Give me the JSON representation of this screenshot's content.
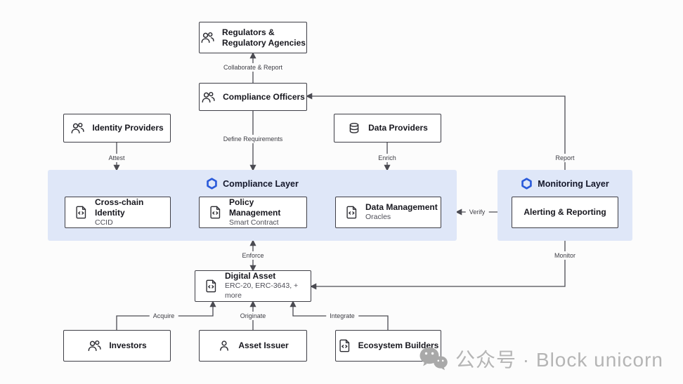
{
  "nodes": {
    "regulators": {
      "label": "Regulators &\nRegulatory Agencies"
    },
    "compliance_officers": {
      "label": "Compliance Officers"
    },
    "identity_providers": {
      "label": "Identity Providers"
    },
    "data_providers": {
      "label": "Data Providers"
    },
    "compliance_layer": {
      "label": "Compliance Layer"
    },
    "cross_chain_identity": {
      "label": "Cross-chain Identity",
      "subtitle": "CCID"
    },
    "policy_management": {
      "label": "Policy Management",
      "subtitle": "Smart Contract"
    },
    "data_management": {
      "label": "Data Management",
      "subtitle": "Oracles"
    },
    "monitoring_layer": {
      "label": "Monitoring Layer"
    },
    "alerting_reporting": {
      "label": "Alerting & Reporting"
    },
    "digital_asset": {
      "label": "Digital Asset",
      "subtitle": "ERC-20, ERC-3643, + more"
    },
    "investors": {
      "label": "Investors"
    },
    "asset_issuer": {
      "label": "Asset Issuer"
    },
    "ecosystem_builders": {
      "label": "Ecosystem Builders"
    }
  },
  "edges": {
    "collaborate_report": "Collaborate & Report",
    "define_requirements": "Define Requirements",
    "attest": "Attest",
    "enrich": "Enrich",
    "report": "Report",
    "verify": "Verify",
    "enforce": "Enforce",
    "monitor": "Monitor",
    "acquire": "Acquire",
    "originate": "Originate",
    "integrate": "Integrate"
  },
  "watermark": {
    "text": "公众号 · Block unicorn"
  },
  "colors": {
    "panel": "#dfe7f8",
    "accent": "#2a5ada",
    "border": "#3e3e46",
    "line": "#4b4b52",
    "watermark": "#b5b5b5"
  }
}
